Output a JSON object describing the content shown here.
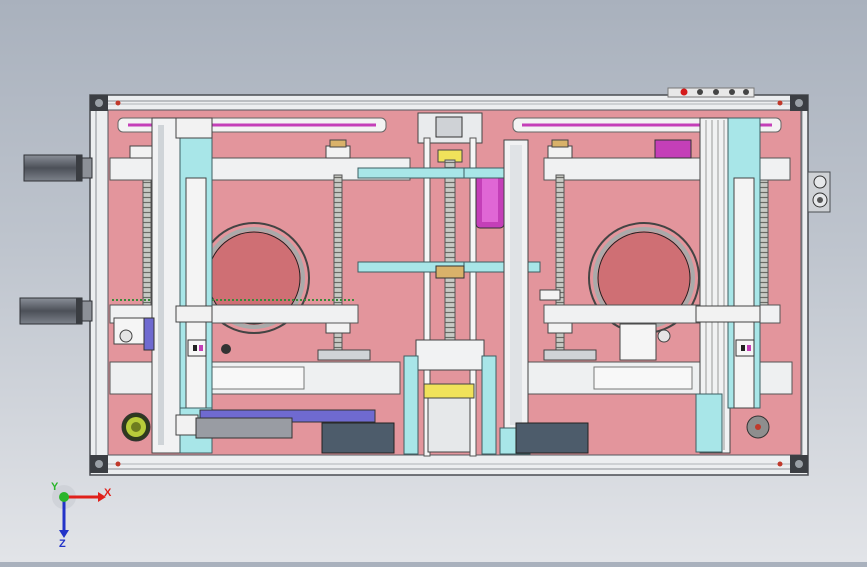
{
  "viewport": {
    "background_top": "#a9b1bd",
    "background_bottom": "#e2e4e8"
  },
  "model": {
    "plate_color": "#e3959c",
    "frame_color": "#dfe3e6",
    "rail_color": "#a8e6e8",
    "accent_magenta": "#c43fb8",
    "accent_blue": "#6f6ad0",
    "motor_color": "#5a5f68"
  },
  "triad": {
    "x_label": "X",
    "y_label": "Y",
    "z_label": "Z",
    "x_color": "#e0201a",
    "y_color": "#2bb52b",
    "z_color": "#2233c8"
  }
}
